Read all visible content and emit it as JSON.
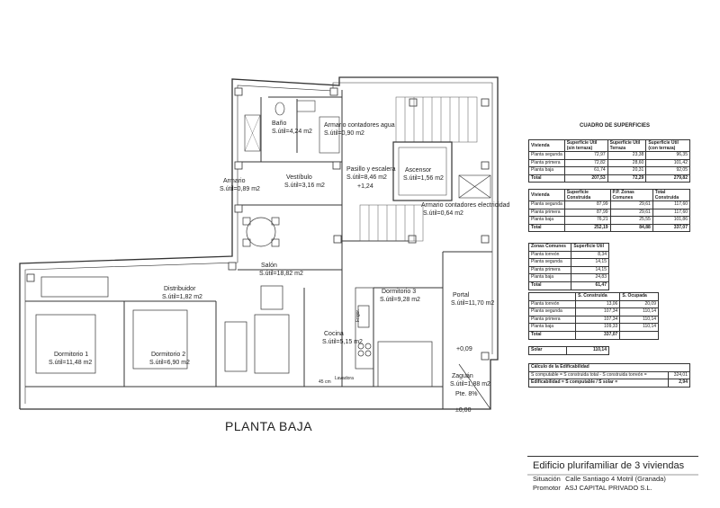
{
  "rooms": {
    "bano": {
      "name": "Baño",
      "area": "S.útil=4,24 m2"
    },
    "armario_agua": {
      "name": "Armario contadores agua",
      "area": "S.útil=0,90 m2"
    },
    "armario": {
      "name": "Armario",
      "area": "S.útil=0,89 m2"
    },
    "vestibulo": {
      "name": "Vestíbulo",
      "area": "S.útil=3,16 m2"
    },
    "pasillo": {
      "name": "Pasillo y escalera",
      "area": "S.útil=8,46 m2"
    },
    "ascensor": {
      "name": "Ascensor",
      "area": "S.útil=1,56 m2"
    },
    "armario_elec": {
      "name": "Armario contadores electricidad",
      "area": "S.útil=0,64 m2"
    },
    "salon": {
      "name": "Salón",
      "area": "S.útil=18,82 m2"
    },
    "distribuidor": {
      "name": "Distribuidor",
      "area": "S.útil=1,82 m2"
    },
    "dormitorio3": {
      "name": "Dormitorio 3",
      "area": "S.útil=9,28 m2"
    },
    "portal": {
      "name": "Portal",
      "area": "S.útil=11,70 m2"
    },
    "cocina": {
      "name": "Cocina",
      "area": "S.útil=5,15 m2"
    },
    "dormitorio1": {
      "name": "Dormitorio 1",
      "area": "S.útil=11,48 m2"
    },
    "dormitorio2": {
      "name": "Dormitorio 2",
      "area": "S.útil=6,90 m2"
    },
    "zaguan": {
      "name": "Zaguán",
      "area": "S.útil=1,88 m2"
    }
  },
  "annotations": {
    "level_124": "+1,24",
    "level_009": "+0,09",
    "level_000": "±0,00",
    "slope": "Pte. 8%",
    "lavadora": "Lavadora",
    "ancho": "45 cm",
    "frigo": "Frigor."
  },
  "drawing_title": "PLANTA BAJA",
  "cuadro": {
    "title": "CUADRO DE SUPERFICIES",
    "t1": {
      "headers": [
        "Vivienda",
        "Superficie Útil (sin terraza)",
        "Superficie Útil Terraza",
        "Superficie Útil (con terraza)"
      ],
      "rows": [
        [
          "Planta segunda",
          "72,97",
          "23,38",
          "96,35"
        ],
        [
          "Planta primera",
          "72,82",
          "28,60",
          "101,42"
        ],
        [
          "Planta baja",
          "61,74",
          "20,31",
          "92,05"
        ]
      ],
      "total": [
        "Total",
        "207,53",
        "72,29",
        "279,82"
      ]
    },
    "t2": {
      "headers": [
        "Vivienda",
        "Superficie Construida",
        "P.P. Zonas Comunes",
        "Total Construida"
      ],
      "rows": [
        [
          "Planta segunda",
          "87,99",
          "29,61",
          "117,60"
        ],
        [
          "Planta primera",
          "87,99",
          "29,61",
          "117,60"
        ],
        [
          "Planta baja",
          "76,21",
          "25,55",
          "101,86"
        ]
      ],
      "total": [
        "Total",
        "252,19",
        "84,88",
        "337,07"
      ]
    },
    "t3": {
      "headers": [
        "Zonas Comunes",
        "Superficie Útil"
      ],
      "rows": [
        [
          "Planta torreón",
          "8,34"
        ],
        [
          "Planta segunda",
          "14,15"
        ],
        [
          "Planta primera",
          "14,15"
        ],
        [
          "Planta baja",
          "24,83"
        ]
      ],
      "total": [
        "Total",
        "61,47"
      ]
    },
    "t4": {
      "headers": [
        "",
        "S. Construida",
        "S. Ocupada"
      ],
      "rows": [
        [
          "Planta torreón",
          "13,06",
          "20,09"
        ],
        [
          "Planta segunda",
          "107,34",
          "110,14"
        ],
        [
          "Planta primera",
          "107,34",
          "110,14"
        ],
        [
          "Planta baja",
          "109,33",
          "110,14"
        ]
      ],
      "total": [
        "Total",
        "337,07",
        ""
      ]
    },
    "solar": [
      "Solar",
      "110,14"
    ],
    "edif": {
      "title": "Cálculo de la Edificabilidad",
      "rows": [
        [
          "S computable = S construida total - S construida torreón =",
          "324,01"
        ],
        [
          "Edificabilidad = S computable / S solar =",
          "2,94"
        ]
      ]
    }
  },
  "title_block": {
    "project": "Edificio plurifamiliar de 3 viviendas",
    "situacion_label": "Situación",
    "situacion_value": "Calle Santiago 4 Motril (Granada)",
    "promotor_label": "Promotor",
    "promotor_value": "ASJ CAPITAL PRIVADO S.L."
  }
}
